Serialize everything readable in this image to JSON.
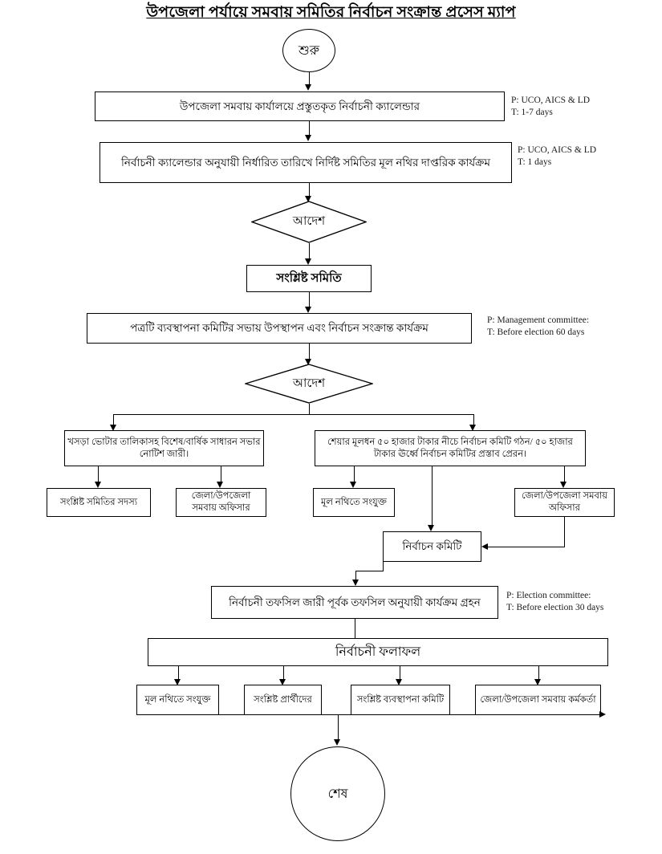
{
  "title": "উপজেলা পর্যায়ে সমবায় সমিতির নির্বাচন সংক্রান্ত প্রসেস ম্যাপ",
  "nodes": {
    "start": "শুরু",
    "step1": "উপজেলা সমবায় কার্যালয়ে প্রস্তুতকৃত নির্বাচনী ক্যালেন্ডার",
    "step2": "নির্বাচনী ক্যালেন্ডার অনুযায়ী নির্ধারিত তারিখে নির্দিষ্ট সমিতির মূল নথির দাপ্তরিক কার্যক্রম",
    "decision1": "আদেশ",
    "step3": "সংশ্লিষ্ট সমিতি",
    "step4": "পত্রটি ব্যবস্থাপনা কমিটির সভায় উপস্থাপন এবং নির্বাচন সংক্রান্ত কার্যক্রম",
    "decision2": "আদেশ",
    "branch_left": "খসড়া ভোটার তালিকাসহ বিশেষ/বার্ষিক সাধারন সভার নোটিশ জারী।",
    "branch_right": "শেয়ার মূলধন ৫০ হাজার টাকার নীচে নির্বাচন কমিটি গঠন/ ৫০ হাজার টাকার ঊর্ধ্বে নির্বাচন কমিটির প্রস্তাব প্রেরন।",
    "leaf1": "সংশ্লিষ্ট সমিতির সদস্য",
    "leaf2": "জেলা/উপজেলা সমবায় অফিসার",
    "leaf3": "মূল নথিতে সংযুক্ত",
    "leaf4": "জেলা/উপজেলা সমবায় অফিসার",
    "election_committee": "নির্বাচন কমিটি",
    "step5": "নির্বাচনী তফসিল জারী পূর্বক তফসিল অনুযায়ী কার্যক্রম গ্রহন",
    "result": "নির্বাচনী ফলাফল",
    "result1": "মূল নথিতে সংযুক্ত",
    "result2": "সংশ্লিষ্ট প্রার্থীদের",
    "result3": "সংশ্লিষ্ট ব্যবস্থাপনা কমিটি",
    "result4": "জেলা/উপজেলা সমবায় কর্মকর্তা",
    "end": "শেষ"
  },
  "notes": {
    "note1_p": "P: UCO, AICS & LD",
    "note1_t": "T: 1-7 days",
    "note2_p": "P: UCO, AICS & LD",
    "note2_t": "T: 1 days",
    "note3_p": "P: Management committee:",
    "note3_t": "T: Before election 60 days",
    "note4_p": "P: Election committee:",
    "note4_t": "T: Before election 30 days"
  }
}
